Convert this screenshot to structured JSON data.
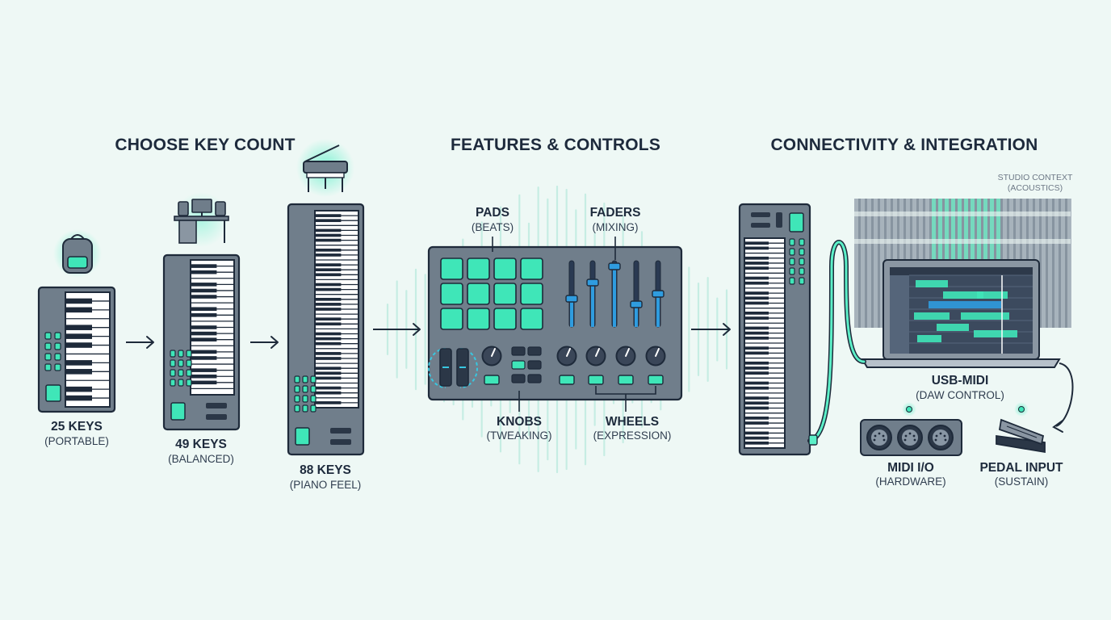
{
  "headings": {
    "key_count": "CHOOSE KEY COUNT",
    "features": "FEATURES & CONTROLS",
    "connectivity": "CONNECTIVITY & INTEGRATION"
  },
  "keyboards": [
    {
      "label": "25 KEYS",
      "sub": "(PORTABLE)",
      "icon": "backpack-icon"
    },
    {
      "label": "49 KEYS",
      "sub": "(BALANCED)",
      "icon": "studio-desk-icon"
    },
    {
      "label": "88 KEYS",
      "sub": "(PIANO FEEL)",
      "icon": "grand-piano-icon"
    }
  ],
  "features": [
    {
      "label": "PADS",
      "sub": "(BEATS)"
    },
    {
      "label": "FADERS",
      "sub": "(MIXING)"
    },
    {
      "label": "KNOBS",
      "sub": "(TWEAKING)"
    },
    {
      "label": "WHEELS",
      "sub": "(EXPRESSION)"
    }
  ],
  "connectivity": {
    "studio_context": {
      "line1": "STUDIO CONTEXT",
      "line2": "(ACOUSTICS)"
    },
    "usb": {
      "label": "USB-MIDI",
      "sub": "(DAW CONTROL)"
    },
    "midi": {
      "label": "MIDI I/O",
      "sub": "(HARDWARE)"
    },
    "pedal": {
      "label": "PEDAL INPUT",
      "sub": "(SUSTAIN)"
    }
  },
  "colors": {
    "background": "#eef8f5",
    "device_body": "#707e8b",
    "outline": "#1e2a3a",
    "accent": "#3fe6b8",
    "fader_blue": "#2f9cdf"
  }
}
